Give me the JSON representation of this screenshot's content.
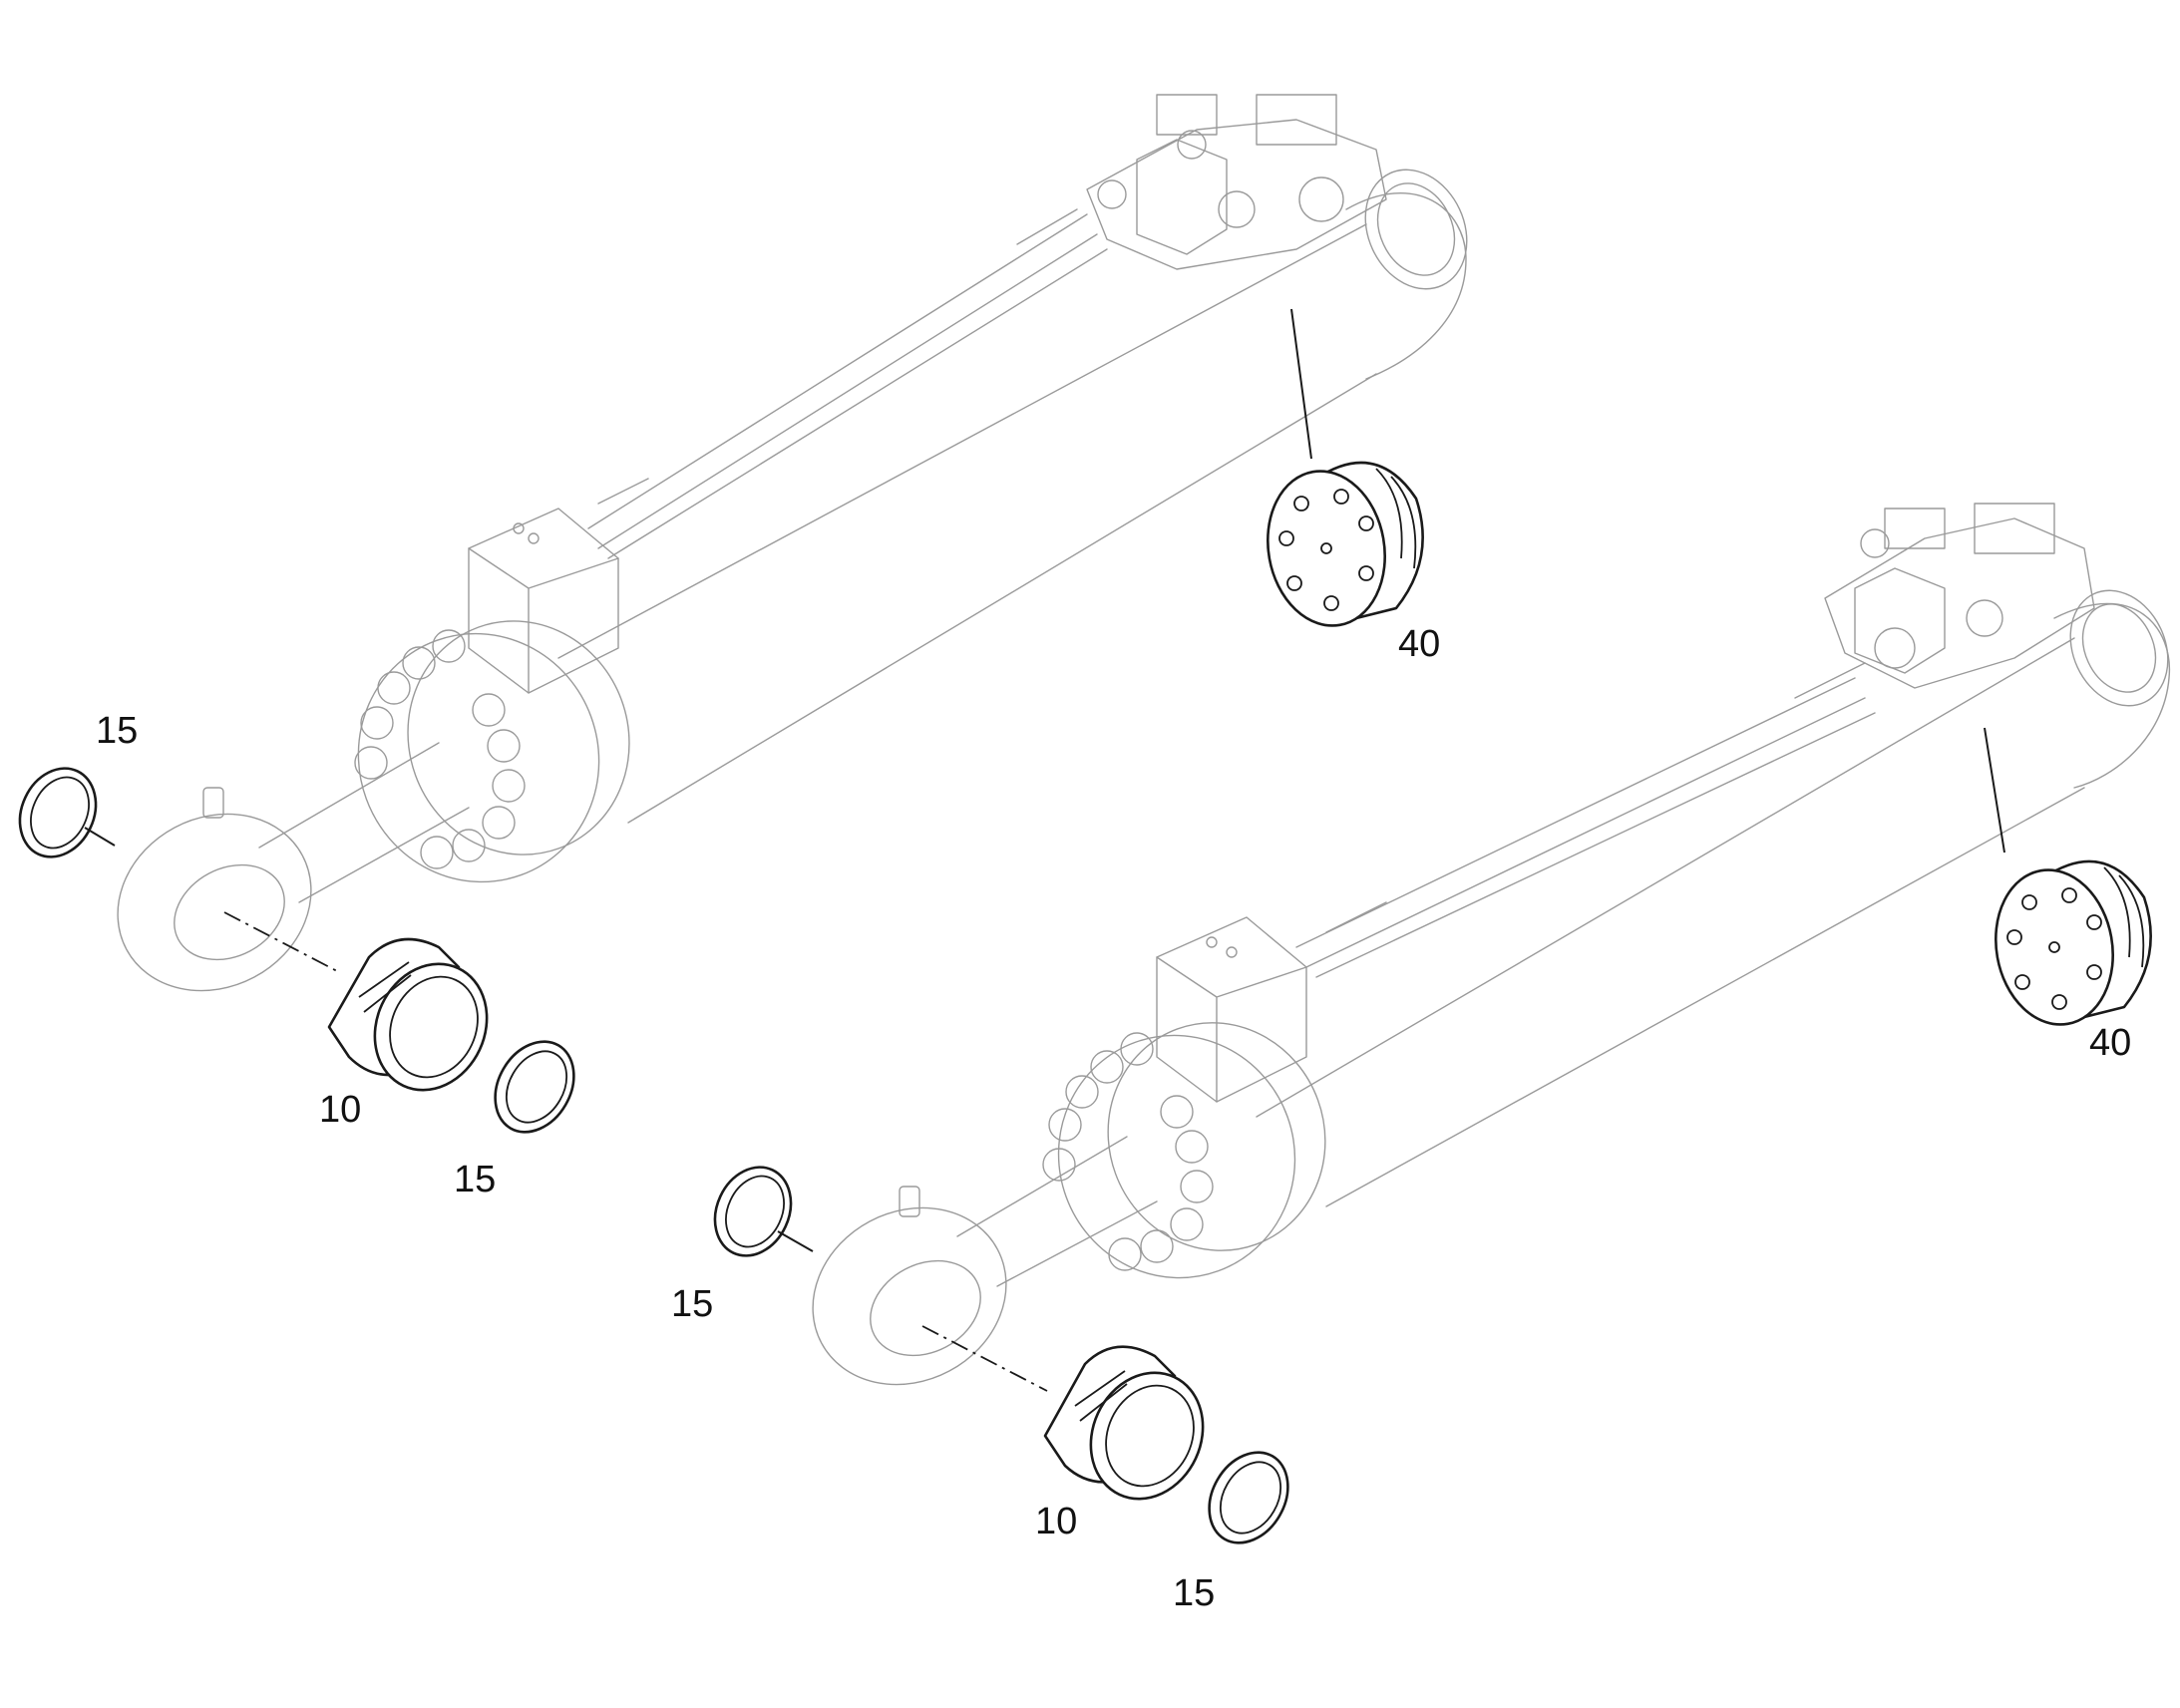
{
  "callouts": {
    "a1": "15",
    "a2": "10",
    "a3": "15",
    "a4": "40",
    "b1": "15",
    "b2": "10",
    "b3": "15",
    "b4": "40"
  },
  "colors": {
    "ghost_line": "#9a9a9a",
    "part_line": "#1a1a1a",
    "background": "#ffffff"
  }
}
